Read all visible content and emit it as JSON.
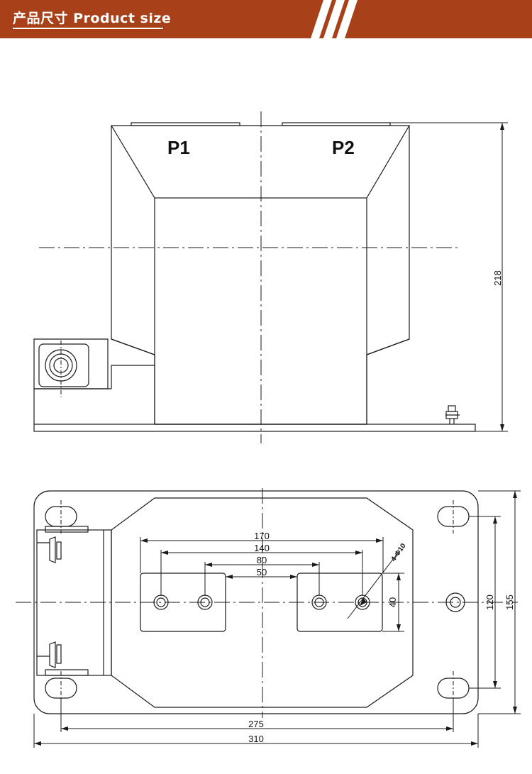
{
  "header": {
    "title": "产品尺寸 Product size",
    "accent_color": "#a8411a",
    "text_color": "#ffffff"
  },
  "front_view": {
    "terminal_left": "P1",
    "terminal_right": "P2",
    "height_dimension": "218"
  },
  "top_view": {
    "spacing_170": "170",
    "spacing_140": "140",
    "spacing_80": "80",
    "spacing_50": "50",
    "hole_callout": "4-Φ10",
    "pad_height": "40",
    "mount_spacing_vertical": "120",
    "overall_width": "155",
    "mount_spacing_horizontal": "275",
    "overall_length": "310"
  }
}
